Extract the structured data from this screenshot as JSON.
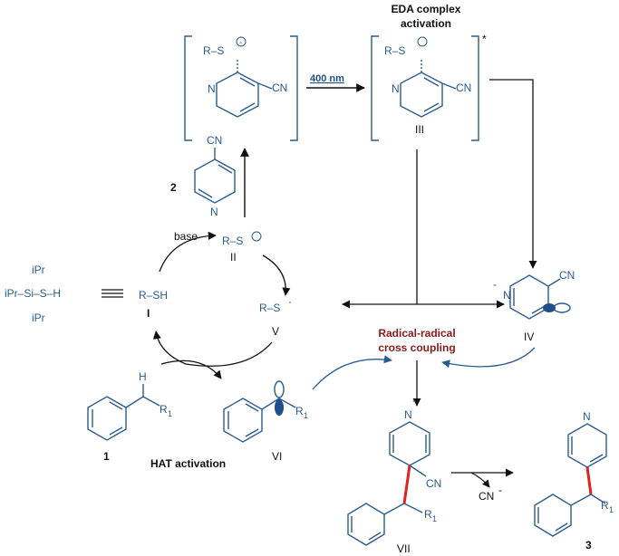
{
  "colors": {
    "structure": "#2a5c8f",
    "arrow": "#111111",
    "new_bond": "#e0211c",
    "coupling_text": "#8b1a1a",
    "laser": "#1e4f8a"
  },
  "labels": {
    "eda_title_1": "EDA complex",
    "eda_title_2": "activation",
    "star": "*",
    "wavelength": "400 nm",
    "cmp2": "2",
    "cmp1": "1",
    "cmp3": "3",
    "base": "base",
    "roman_I": "I",
    "roman_II": "II",
    "roman_III": "III",
    "roman_IV": "IV",
    "roman_V": "V",
    "roman_VI": "VI",
    "roman_VII": "VII",
    "radical_1": "Radical-radical",
    "radical_2": "cross coupling",
    "hat": "HAT activation",
    "cn_minus": "CN",
    "minus": "-",
    "silane_ipr1": "iPr",
    "silane_ipr2": "iPr–Si–S–H",
    "silane_ipr3": "iPr",
    "thiol": "R–SH",
    "thiolate": "R–S",
    "thiyl": "R–S",
    "rs_A": "R–S",
    "rs_B": "R–S",
    "cn": "CN",
    "r1": "R",
    "r1_sub": "1",
    "n": "N",
    "h": "H"
  }
}
